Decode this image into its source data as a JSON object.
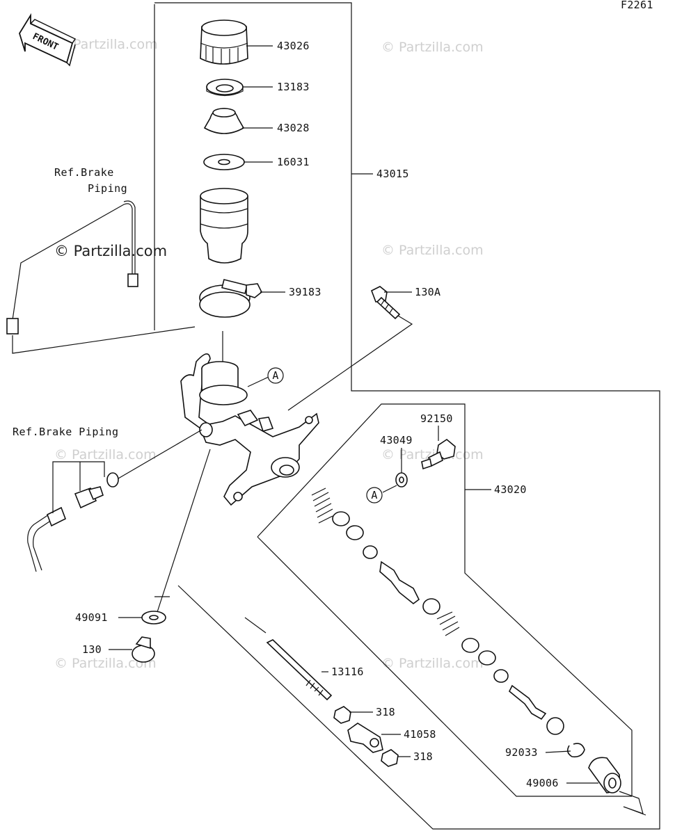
{
  "diagram_code": "F2261",
  "front_label": "FRONT",
  "watermark": "© Partzilla.com",
  "refs": {
    "brake_piping_top_line1": "Ref.Brake",
    "brake_piping_top_line2": "Piping",
    "brake_piping_bottom": "Ref.Brake Piping"
  },
  "callouts": {
    "a_label": "A"
  },
  "parts": [
    {
      "number": "43026"
    },
    {
      "number": "13183"
    },
    {
      "number": "43028"
    },
    {
      "number": "16031"
    },
    {
      "number": "43015"
    },
    {
      "number": "39183"
    },
    {
      "number": "130A"
    },
    {
      "number": "92150"
    },
    {
      "number": "43049"
    },
    {
      "number": "43020"
    },
    {
      "number": "49091"
    },
    {
      "number": "130"
    },
    {
      "number": "13116"
    },
    {
      "number": "318"
    },
    {
      "number": "41058"
    },
    {
      "number": "318"
    },
    {
      "number": "92033"
    },
    {
      "number": "49006"
    }
  ]
}
